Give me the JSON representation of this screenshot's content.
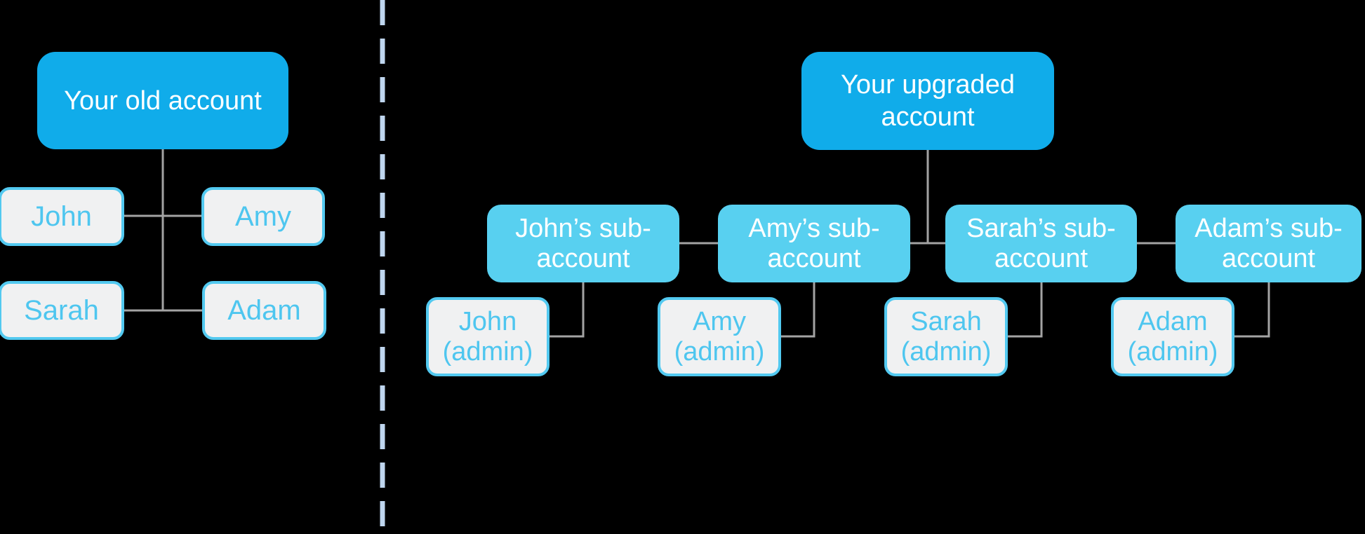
{
  "colors": {
    "background": "#000000",
    "primary_blue": "#10ACEA",
    "sub_blue": "#58D0F0",
    "light_fill": "#F0F1F2",
    "light_border": "#52C9F0",
    "name_text": "#4EC6EF",
    "white_text": "#FFFFFF",
    "connector_gray": "#A3A3A3",
    "divider_blue": "#BFD6EF"
  },
  "left_panel": {
    "root_label": "Your old account",
    "members": [
      {
        "label": "John"
      },
      {
        "label": "Amy"
      },
      {
        "label": "Sarah"
      },
      {
        "label": "Adam"
      }
    ]
  },
  "right_panel": {
    "root_line1": "Your upgraded",
    "root_line2": "account",
    "sub_accounts": [
      {
        "line1": "John’s sub-",
        "line2": "account",
        "admin_line1": "John",
        "admin_line2": "(admin)"
      },
      {
        "line1": "Amy’s sub-",
        "line2": "account",
        "admin_line1": "Amy",
        "admin_line2": "(admin)"
      },
      {
        "line1": "Sarah’s sub-",
        "line2": "account",
        "admin_line1": "Sarah",
        "admin_line2": "(admin)"
      },
      {
        "line1": "Adam’s sub-",
        "line2": "account",
        "admin_line1": "Adam",
        "admin_line2": "(admin)"
      }
    ]
  }
}
